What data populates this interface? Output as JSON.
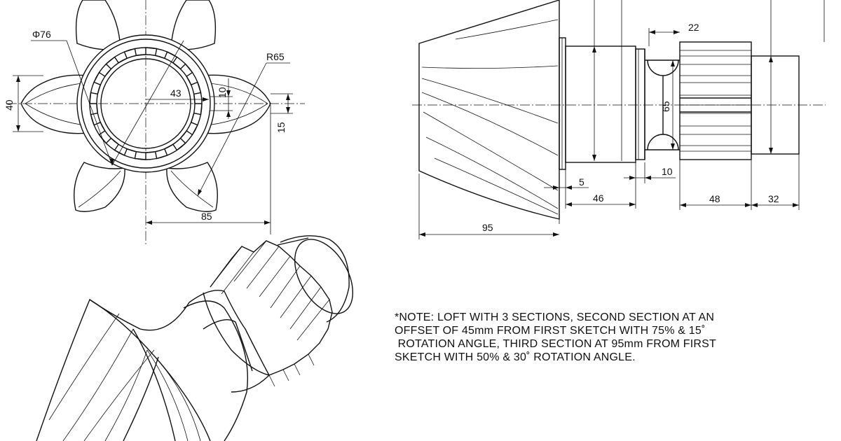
{
  "front_view": {
    "dia_label": "Φ76",
    "radius_label": "R65",
    "dim_40": "40",
    "dim_43": "43",
    "dim_10": "10",
    "dim_15": "15",
    "dim_85": "85"
  },
  "side_view": {
    "dim_22": "22",
    "dim_65": "65",
    "dim_10": "10",
    "dim_5": "5",
    "dim_46": "46",
    "dim_48": "48",
    "dim_32": "32",
    "dim_95": "95"
  },
  "note": {
    "line1": "*NOTE: LOFT WITH 3 SECTIONS, SECOND SECTION AT AN",
    "line2": "OFFSET OF 45mm FROM FIRST SKETCH WITH 75% & 15˚",
    "line3": " ROTATION ANGLE, THIRD SECTION AT 95mm FROM FIRST",
    "line4": "SKETCH WITH 50% & 30˚ ROTATION ANGLE."
  }
}
